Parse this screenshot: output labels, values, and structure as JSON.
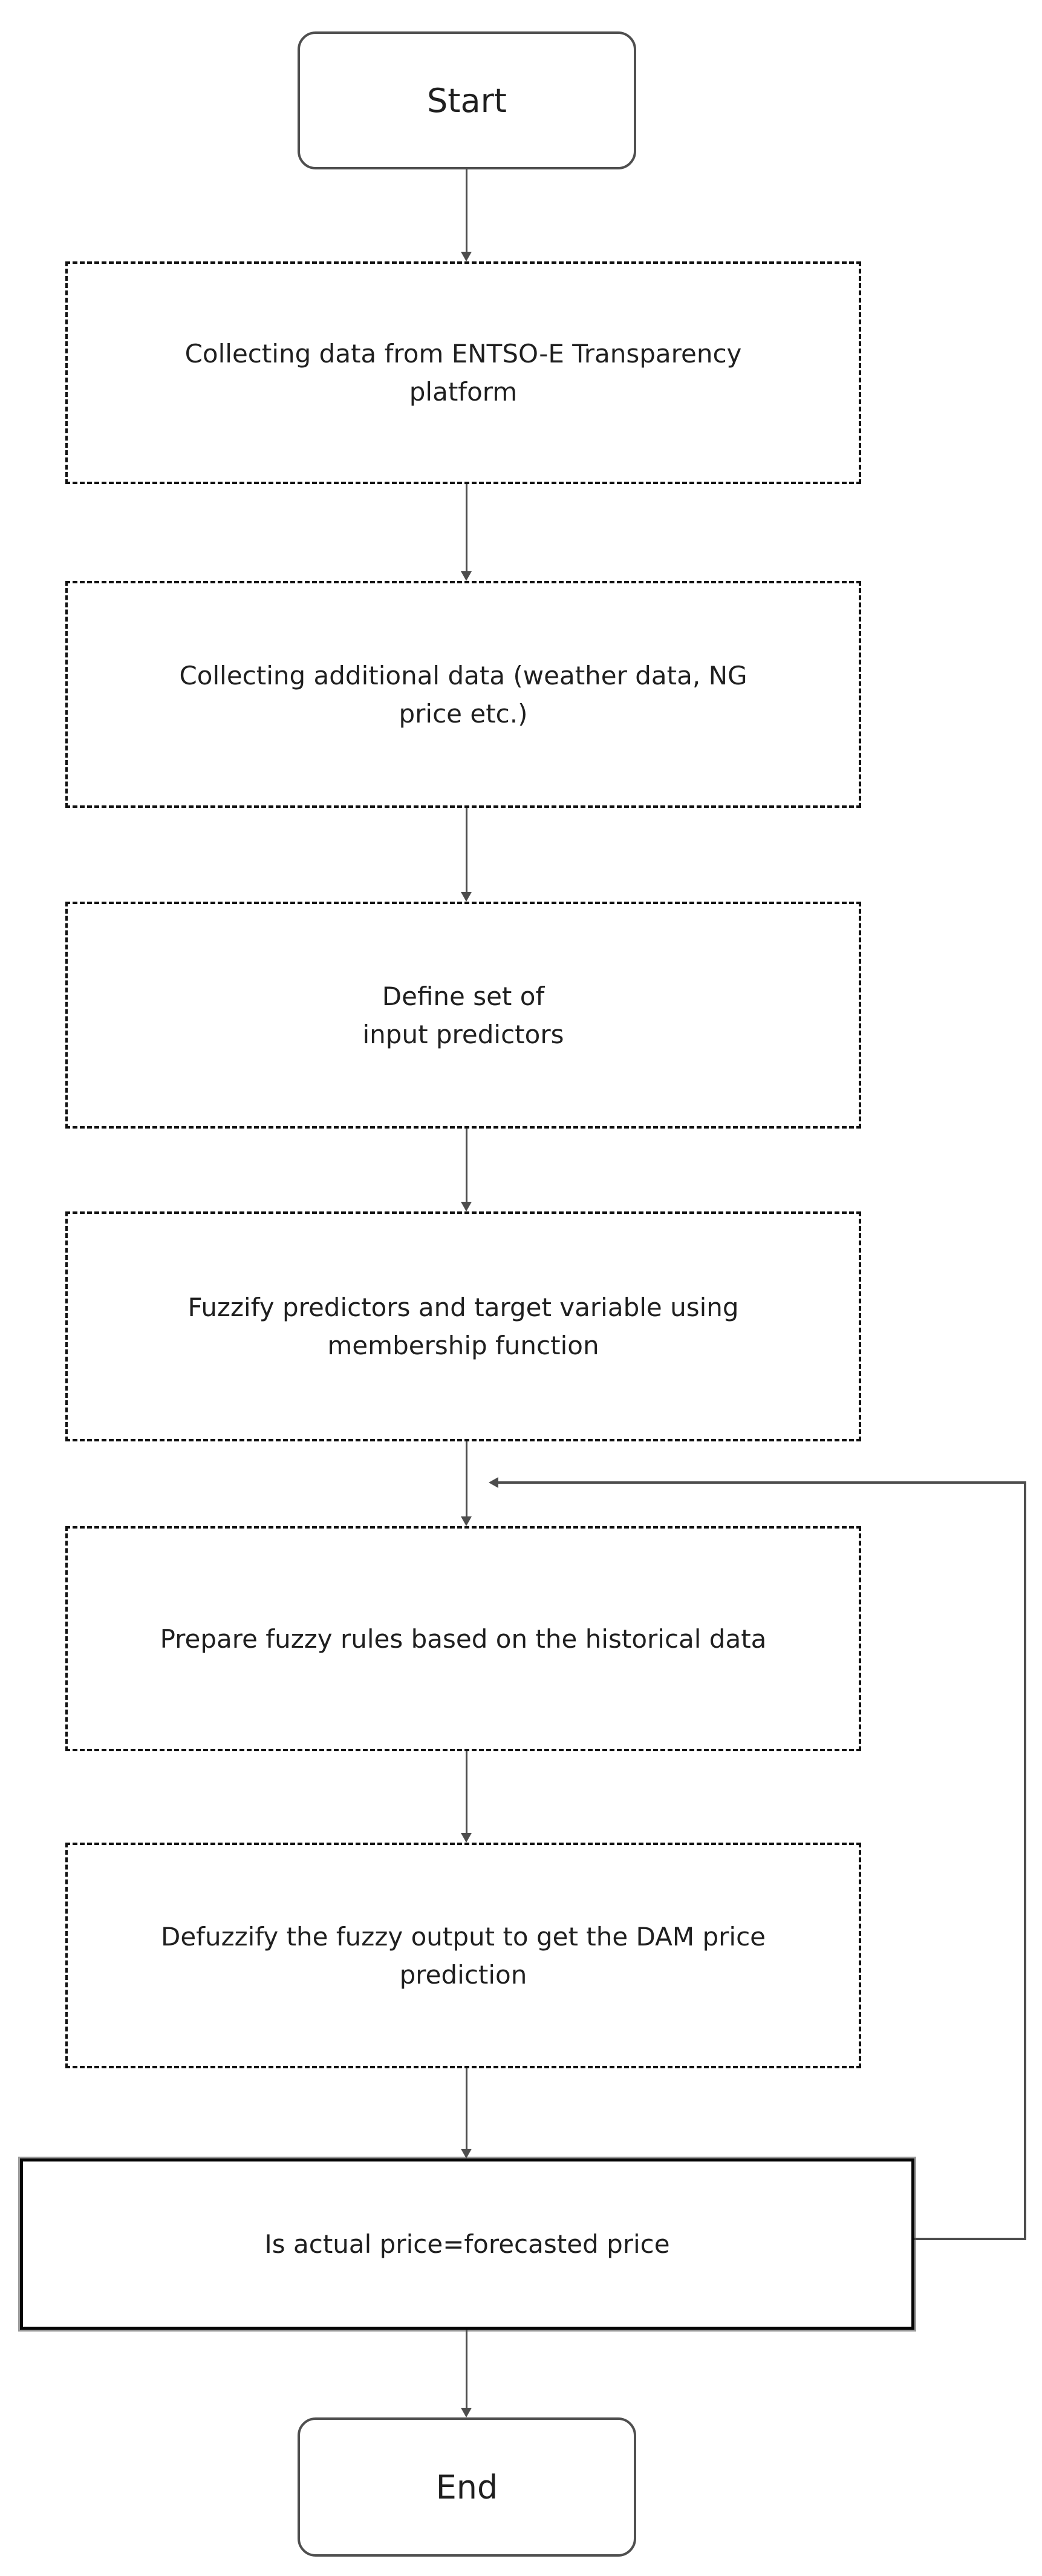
{
  "diagram": {
    "type": "flowchart",
    "colors": {
      "background": "#ffffff",
      "connector": "#4d4d4d",
      "process_border": "#111111",
      "terminal_border": "#4f4f4f",
      "decision_border": "#050505",
      "text": "#1f1f1f"
    },
    "nodes": [
      {
        "id": "start",
        "shape": "rounded-terminal",
        "label": "Start"
      },
      {
        "id": "collect-entsoe",
        "shape": "dashed-process",
        "label": "Collecting data from ENTSO-E Transparency\nplatform"
      },
      {
        "id": "collect-additional",
        "shape": "dashed-process",
        "label": "Collecting additional data (weather data, NG\nprice etc.)"
      },
      {
        "id": "define-predictors",
        "shape": "dashed-process",
        "label": "Define set of\ninput predictors"
      },
      {
        "id": "fuzzify",
        "shape": "dashed-process",
        "label": "Fuzzify predictors and target variable using\nmembership function"
      },
      {
        "id": "prepare-rules",
        "shape": "dashed-process",
        "label": "Prepare fuzzy rules based on the historical data"
      },
      {
        "id": "defuzzify",
        "shape": "dashed-process",
        "label": "Defuzzify the fuzzy output to get the DAM price\nprediction"
      },
      {
        "id": "decision",
        "shape": "solid-box",
        "label": "Is actual price=forecasted price"
      },
      {
        "id": "end",
        "shape": "rounded-terminal",
        "label": "End"
      }
    ],
    "edges": [
      {
        "from": "start",
        "to": "collect-entsoe",
        "style": "arrow-down"
      },
      {
        "from": "collect-entsoe",
        "to": "collect-additional",
        "style": "arrow-down"
      },
      {
        "from": "collect-additional",
        "to": "define-predictors",
        "style": "arrow-down"
      },
      {
        "from": "define-predictors",
        "to": "fuzzify",
        "style": "arrow-down"
      },
      {
        "from": "fuzzify",
        "to": "prepare-rules",
        "style": "arrow-down"
      },
      {
        "from": "prepare-rules",
        "to": "defuzzify",
        "style": "arrow-down"
      },
      {
        "from": "defuzzify",
        "to": "decision",
        "style": "arrow-down"
      },
      {
        "from": "decision",
        "to": "end",
        "style": "arrow-down"
      },
      {
        "from": "decision",
        "to": "fuzzify-to-prepare-rules-connector",
        "style": "feedback-loop-right-side-arrow-left"
      }
    ]
  }
}
